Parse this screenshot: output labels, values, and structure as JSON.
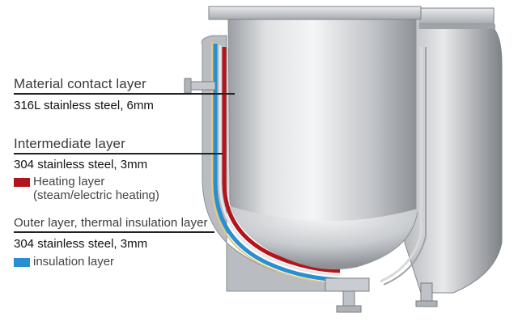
{
  "layers": {
    "material_contact": {
      "heading": "Material contact layer",
      "spec": "316L stainless steel, 6mm"
    },
    "intermediate": {
      "heading": "Intermediate layer",
      "spec": "304 stainless steel, 3mm",
      "legend_line1": "Heating layer",
      "legend_line2": "(steam/electric heating)"
    },
    "outer": {
      "heading": "Outer layer, thermal insulation layer",
      "spec": "304 stainless steel, 3mm",
      "legend": "insulation layer"
    }
  },
  "colors": {
    "heating": "#b4141b",
    "insulation": "#2a8fd0"
  }
}
